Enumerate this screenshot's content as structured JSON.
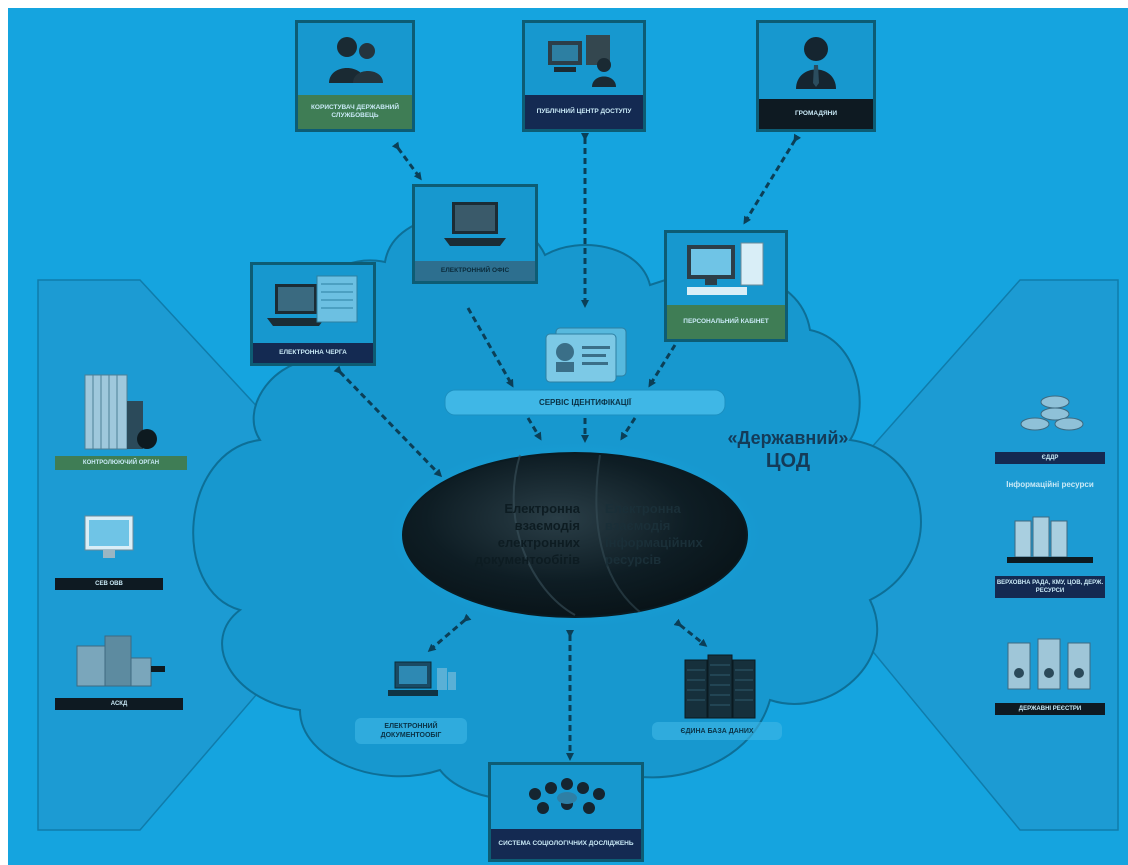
{
  "top_boxes": {
    "users": {
      "caption": "Користувач державний службовець",
      "icon": "users-icon"
    },
    "access_center": {
      "caption": "Публічний центр доступу",
      "icon": "computer-access-icon"
    },
    "citizens": {
      "caption": "Громадяни",
      "icon": "citizen-icon"
    }
  },
  "mid_boxes": {
    "e_office": {
      "caption": "Електронний офіс",
      "icon": "laptop-icon"
    },
    "e_queue": {
      "caption": "Електронна черга",
      "icon": "laptop-form-icon"
    },
    "cabinet": {
      "caption": "Персональний кабінет",
      "icon": "desktop-computer-icon"
    }
  },
  "identification_service": {
    "label": "Сервіс ідентифікації",
    "icon": "id-card-icon"
  },
  "data_center": {
    "title_line1": "«Державний»",
    "title_line2": "ЦОД"
  },
  "center_ellipse": {
    "left_text": [
      "Електронна",
      "взаємодія",
      "електронних",
      "документообігів"
    ],
    "right_text": [
      "Електронна",
      "взаємодія",
      "інформаційних",
      "ресурсів"
    ]
  },
  "bottom_items": {
    "doc_flow": {
      "label": "Електронний документообіг",
      "icon": "doc-flow-computer-icon"
    },
    "database": {
      "label": "Єдина база даних",
      "icon": "server-rack-icon"
    },
    "research": {
      "caption": "Система соціологічних досліджень",
      "icon": "people-group-icon"
    }
  },
  "left_panel": [
    {
      "caption": "Контролюючий орган",
      "icon": "office-building-icon"
    },
    {
      "caption": "СЕВ ОВВ",
      "icon": "monitor-icon"
    },
    {
      "caption": "АСКД",
      "icon": "city-buildings-icon"
    }
  ],
  "right_panel": {
    "items": [
      {
        "caption": "ЄДДР",
        "icon": "database-disks-icon"
      },
      {
        "caption": "Верховна рада, КМУ, ЦОВ, держ. ресурси",
        "icon": "servers-icon"
      },
      {
        "caption": "Державні реєстри",
        "icon": "registry-servers-icon"
      }
    ],
    "info_resources_label": "Інформаційні ресурси"
  },
  "colors": {
    "background": "#15a4df",
    "box_border": "#0d5c74",
    "caption_green": "#3f7d55",
    "caption_navy": "#142a52",
    "caption_dark": "#0e1a22",
    "ellipse": "#0e1d24",
    "title_text": "#143b58"
  }
}
